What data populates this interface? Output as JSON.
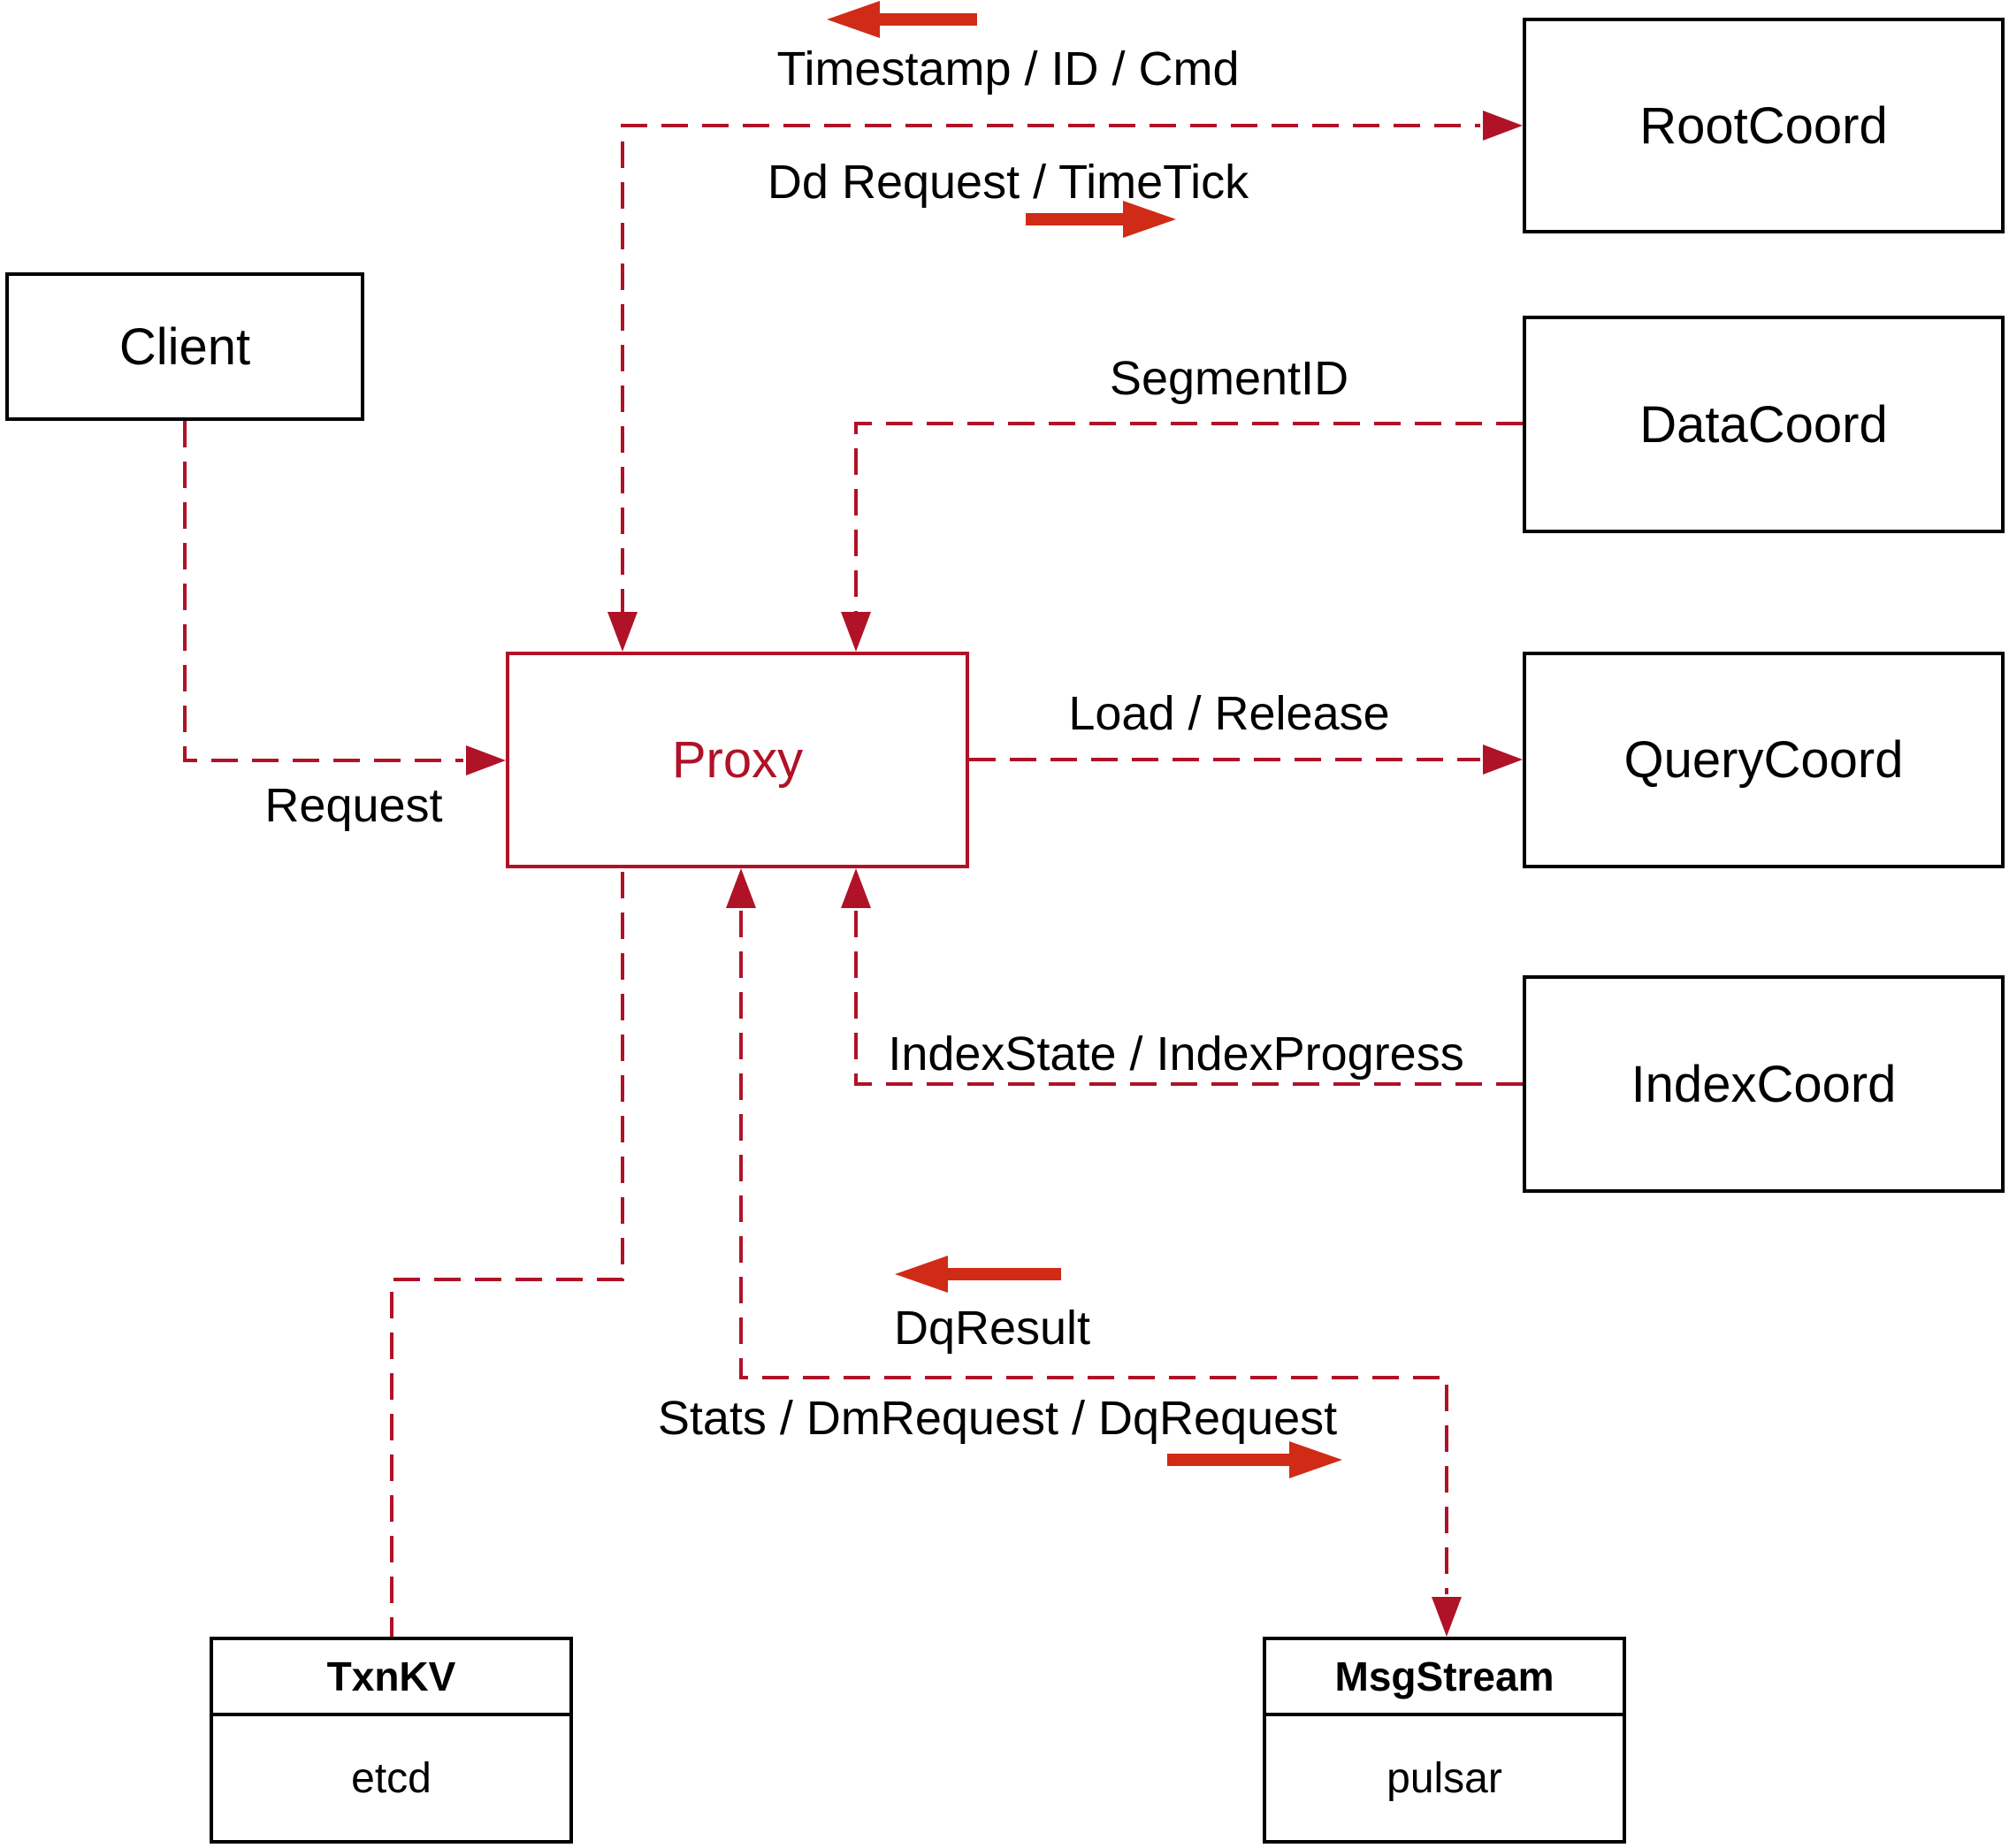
{
  "diagram": {
    "nodes": {
      "client": {
        "label": "Client"
      },
      "root_coord": {
        "label": "RootCoord"
      },
      "data_coord": {
        "label": "DataCoord"
      },
      "query_coord": {
        "label": "QueryCoord"
      },
      "index_coord": {
        "label": "IndexCoord"
      },
      "proxy": {
        "label": "Proxy"
      },
      "txn_kv": {
        "title": "TxnKV",
        "impl": "etcd"
      },
      "msg_stream": {
        "title": "MsgStream",
        "impl": "pulsar"
      }
    },
    "edge_labels": {
      "timestamp_id_cmd": "Timestamp / ID / Cmd",
      "dd_request_timetick": "Dd Request / TimeTick",
      "segment_id": "SegmentID",
      "load_release": "Load / Release",
      "index_state_progress": "IndexState / IndexProgress",
      "request": "Request",
      "dq_result": "DqResult",
      "stats_dm_dq": "Stats / DmRequest / DqRequest"
    },
    "colors": {
      "dashed_line": "#b01227",
      "solid_arrow": "#cf2b16",
      "box_border": "#000000",
      "label_text": "#000000"
    }
  }
}
